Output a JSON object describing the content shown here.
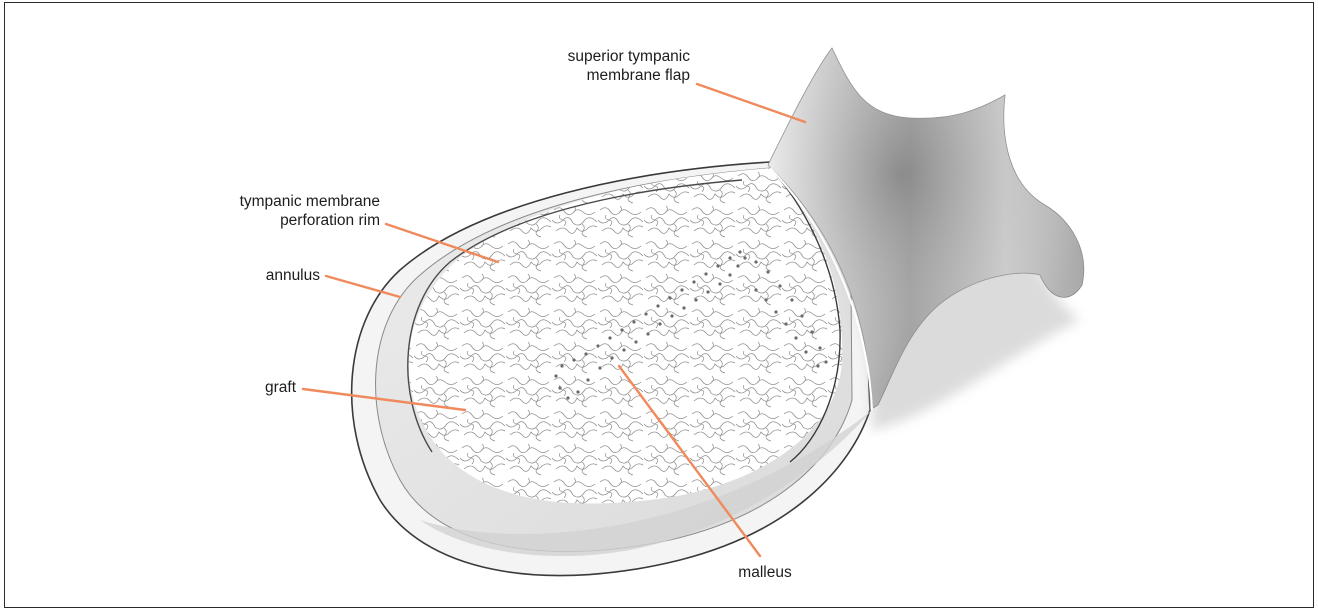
{
  "labels": {
    "superior_flap": [
      "superior tympanic",
      "membrane flap"
    ],
    "perforation_rim": [
      "tympanic membrane",
      "perforation rim"
    ],
    "annulus": "annulus",
    "graft": "graft",
    "malleus": "malleus"
  },
  "colors": {
    "leader_line": "#f08a5d",
    "outline": "#3a3a3a",
    "membrane_fill": "#e6e6e6",
    "graft_fill": "#ffffff",
    "graft_texture": "#8f8f8f",
    "malleus_dots": "#6a6a6a"
  }
}
